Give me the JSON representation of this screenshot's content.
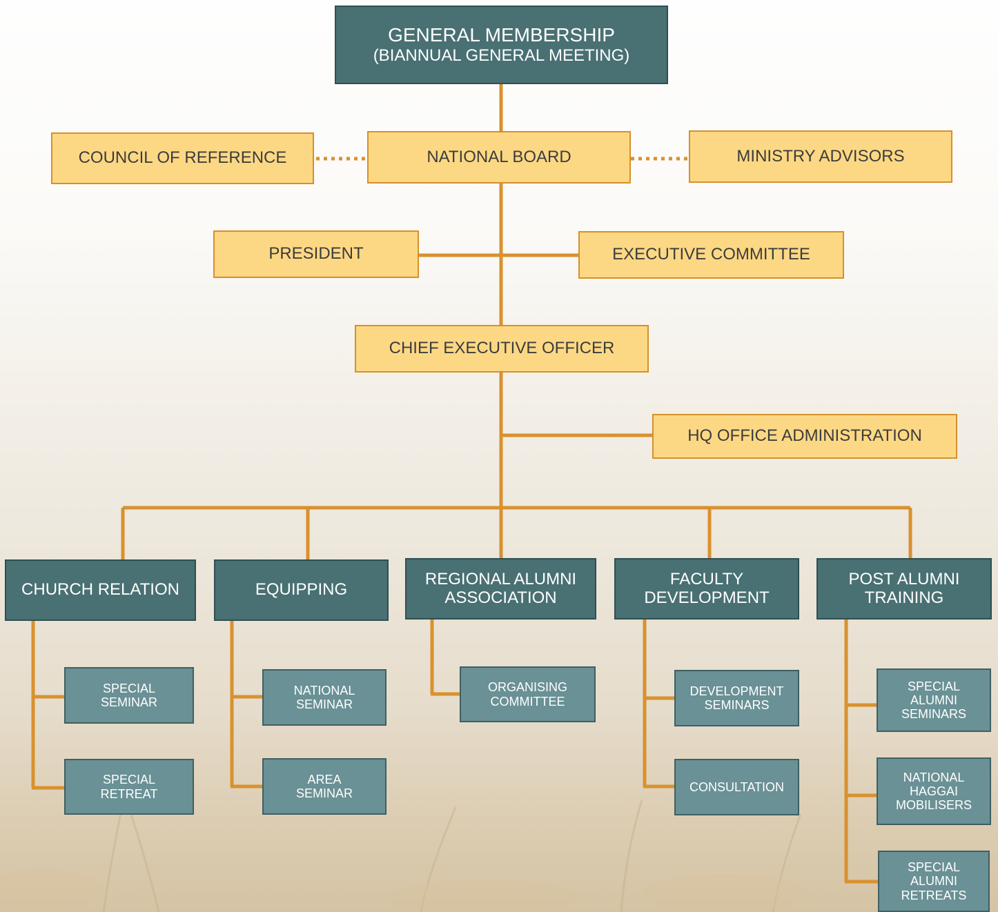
{
  "chart": {
    "top": {
      "title": "GENERAL MEMBERSHIP",
      "subtitle": "(BIANNUAL GENERAL MEETING)"
    },
    "board_row": {
      "council": "COUNCIL OF REFERENCE",
      "national_board": "NATIONAL BOARD",
      "ministry_advisors": "MINISTRY ADVISORS"
    },
    "leadership_row": {
      "president": "PRESIDENT",
      "executive_committee": "EXECUTIVE COMMITTEE"
    },
    "ceo": "CHIEF EXECUTIVE OFFICER",
    "hq": "HQ OFFICE ADMINISTRATION",
    "departments": [
      {
        "lines": [
          "CHURCH RELATION"
        ],
        "children": [
          {
            "lines": [
              "SPECIAL",
              "SEMINAR"
            ]
          },
          {
            "lines": [
              "SPECIAL",
              "RETREAT"
            ]
          }
        ]
      },
      {
        "lines": [
          "EQUIPPING"
        ],
        "children": [
          {
            "lines": [
              "NATIONAL",
              "SEMINAR"
            ]
          },
          {
            "lines": [
              "AREA",
              "SEMINAR"
            ]
          }
        ]
      },
      {
        "lines": [
          "REGIONAL ALUMNI",
          "ASSOCIATION"
        ],
        "children": [
          {
            "lines": [
              "ORGANISING",
              "COMMITTEE"
            ]
          }
        ]
      },
      {
        "lines": [
          "FACULTY",
          "DEVELOPMENT"
        ],
        "children": [
          {
            "lines": [
              "DEVELOPMENT",
              "SEMINARS"
            ]
          },
          {
            "lines": [
              "CONSULTATION"
            ]
          }
        ]
      },
      {
        "lines": [
          "POST ALUMNI",
          "TRAINING"
        ],
        "children": [
          {
            "lines": [
              "SPECIAL",
              "ALUMNI",
              "SEMINARS"
            ]
          },
          {
            "lines": [
              "NATIONAL",
              "HAGGAI",
              "MOBILISERS"
            ]
          },
          {
            "lines": [
              "SPECIAL",
              "ALUMNI",
              "RETREATS"
            ]
          }
        ]
      }
    ]
  },
  "colors": {
    "connector": "#d9912e",
    "teal_box": "#497073",
    "teal_sub_box": "#6a9195",
    "yellow_box": "#fdd884"
  }
}
